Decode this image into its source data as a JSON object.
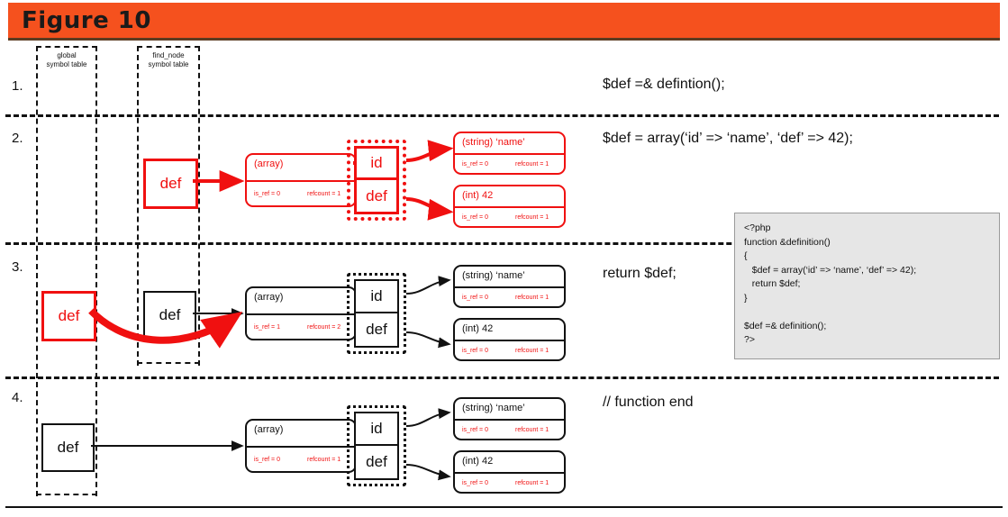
{
  "header": {
    "title": "Figure 10",
    "bar_color": "#F5511E",
    "title_color": "#1a1a1a"
  },
  "colors": {
    "red": "#F01010",
    "black": "#111111",
    "code_bg": "#e6e6e6"
  },
  "symbol_tables": [
    {
      "name": "global-symbol-table",
      "line1": "global",
      "line2": "symbol table"
    },
    {
      "name": "find-node-symbol-table",
      "line1": "find_node",
      "line2": "symbol table"
    }
  ],
  "rows": [
    {
      "number": "1.",
      "statement": "$def =& defintion();"
    },
    {
      "number": "2.",
      "statement": "$def = array(‘id’ => ‘name’, ‘def’ => 42);",
      "var_local": "def",
      "array_type": "(array)",
      "array_is_ref": "is_ref = 0",
      "array_refcount": "refcount = 1",
      "hash_keys": [
        "id",
        "def"
      ],
      "zvals": [
        {
          "type": "(string) ‘name’",
          "is_ref": "is_ref = 0",
          "refcount": "refcount = 1"
        },
        {
          "type": "(int) 42",
          "is_ref": "is_ref = 0",
          "refcount": "refcount = 1"
        }
      ]
    },
    {
      "number": "3.",
      "statement": "return $def;",
      "var_global": "def",
      "var_local": "def",
      "array_type": "(array)",
      "array_is_ref": "is_ref = 1",
      "array_refcount": "refcount = 2",
      "hash_keys": [
        "id",
        "def"
      ],
      "zvals": [
        {
          "type": "(string) ‘name’",
          "is_ref": "is_ref = 0",
          "refcount": "refcount = 1"
        },
        {
          "type": "(int) 42",
          "is_ref": "is_ref = 0",
          "refcount": "refcount = 1"
        }
      ]
    },
    {
      "number": "4.",
      "statement": "// function end",
      "var_global": "def",
      "array_type": "(array)",
      "array_is_ref": "is_ref = 0",
      "array_refcount": "refcount = 1",
      "hash_keys": [
        "id",
        "def"
      ],
      "zvals": [
        {
          "type": "(string) ‘name’",
          "is_ref": "is_ref = 0",
          "refcount": "refcount = 1"
        },
        {
          "type": "(int) 42",
          "is_ref": "is_ref = 0",
          "refcount": "refcount = 1"
        }
      ]
    }
  ],
  "code_panel": {
    "name": "php-code-listing",
    "text": "<?php\nfunction &definition()\n{\n   $def = array(‘id’ => ‘name’, ‘def’ => 42);\n   return $def;\n}\n\n$def =& definition();\n?>"
  }
}
